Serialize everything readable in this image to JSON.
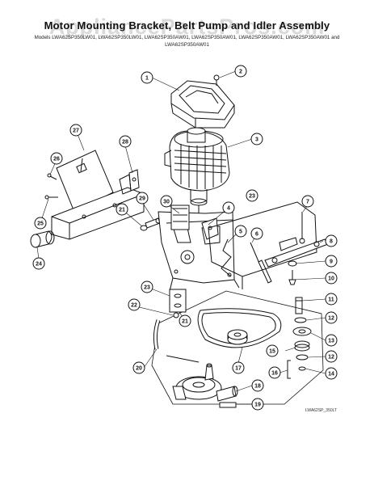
{
  "header": {
    "title": "Motor Mounting Bracket, Belt Pump and Idler Assembly",
    "subtitle_line1": "Models LWA62SP350LW01, LWA62SP350LW01, LWA62SP350AW01, LWA62SP350AW01, LWA62SP350AW01, LWA62SP350AW01 and",
    "subtitle_line2": "LWA62SP350AW01"
  },
  "watermark": "AppliancePartsPros.com",
  "diagram_id": "LWA62SP_350LT",
  "callouts": [
    "1",
    "2",
    "3",
    "4",
    "5",
    "6",
    "7",
    "8",
    "9",
    "10",
    "11",
    "12",
    "13",
    "12",
    "14",
    "15",
    "16",
    "17",
    "18",
    "19",
    "20",
    "21",
    "21",
    "22",
    "23",
    "23",
    "24",
    "25",
    "26",
    "27",
    "28",
    "29",
    "30"
  ]
}
